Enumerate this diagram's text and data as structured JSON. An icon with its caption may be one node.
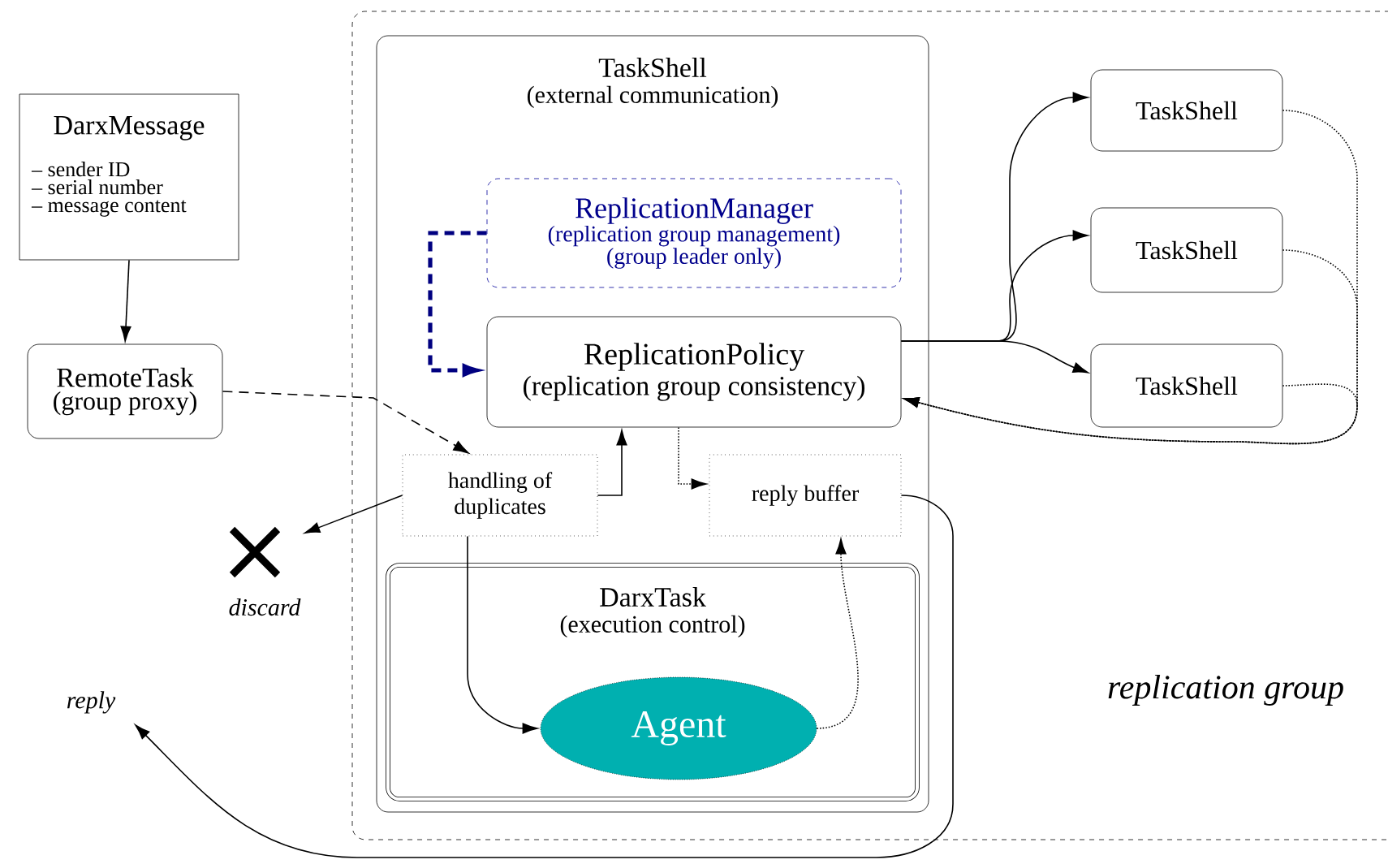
{
  "diagram": {
    "nodes": [
      {
        "text": [
          "replication group"
        ]
      },
      {
        "text": [
          "TaskShell",
          "(external communication)"
        ],
        "in": 0
      },
      {
        "text": [
          "DarxMessage",
          "– sender ID",
          "– serial number",
          "– message content"
        ]
      },
      {
        "text": [
          "RemoteTask",
          "(group proxy)"
        ]
      },
      {
        "text": [
          "ReplicationManager",
          "(replication group management)",
          "(group leader only)"
        ],
        "in": 1
      },
      {
        "text": [
          "ReplicationPolicy",
          "(replication group consistency)"
        ],
        "in": 1
      },
      {
        "text": [
          "handling of duplicates"
        ],
        "in": 1
      },
      {
        "text": [
          "reply buffer"
        ],
        "in": 1
      },
      {
        "text": [
          "DarxTask",
          "(execution control)"
        ],
        "in": 1
      },
      {
        "text": [
          "Agent"
        ],
        "in": 8
      },
      {
        "text": [
          "TaskShell"
        ],
        "in": 0
      },
      {
        "text": [
          "TaskShell"
        ],
        "in": 0
      },
      {
        "text": [
          "TaskShell"
        ],
        "in": 0
      },
      {
        "text": [
          "discard"
        ]
      },
      {
        "text": [
          "reply"
        ]
      }
    ],
    "edges": [
      {
        "from": 2,
        "to": 3,
        "arrow": "to"
      },
      {
        "from": 3,
        "to": 6,
        "arrow": "to",
        "style": "dashed"
      },
      {
        "from": 4,
        "to": 5,
        "arrow": "to",
        "style": "dashed",
        "color": "#000080"
      },
      {
        "from": 6,
        "to": 5,
        "arrow": "to"
      },
      {
        "from": 6,
        "to": 13,
        "arrow": "to"
      },
      {
        "from": 6,
        "to": 9,
        "arrow": "to"
      },
      {
        "from": 5,
        "to": 7,
        "arrow": "to",
        "style": "dashed"
      },
      {
        "from": 9,
        "to": 7,
        "arrow": "to",
        "style": "dashed"
      },
      {
        "from": 5,
        "to": 10,
        "arrow": "to"
      },
      {
        "from": 5,
        "to": 11,
        "arrow": "to"
      },
      {
        "from": 5,
        "to": 12,
        "arrow": "to"
      },
      {
        "from": 10,
        "to": 5,
        "arrow": "to",
        "style": "dashed"
      },
      {
        "from": 11,
        "to": 5,
        "arrow": "to",
        "style": "dashed"
      },
      {
        "from": 12,
        "to": 5,
        "arrow": "to",
        "style": "dashed"
      },
      {
        "from": 7,
        "to": 14,
        "arrow": "to"
      }
    ]
  }
}
